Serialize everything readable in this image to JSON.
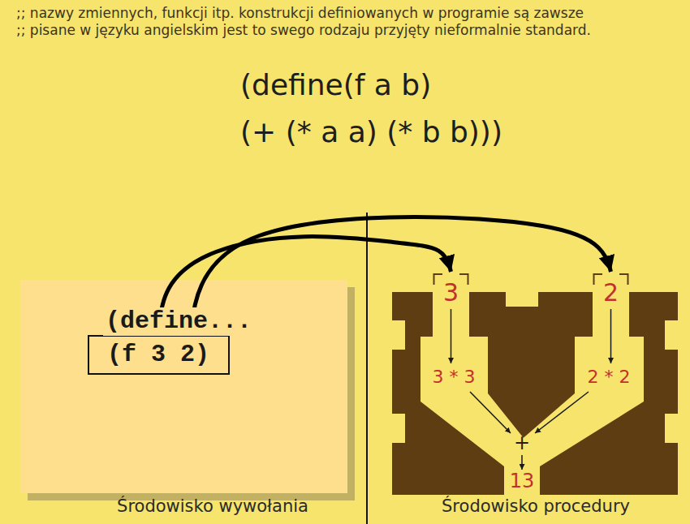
{
  "diagram": {
    "nodes": [
      {
        "text": [
          "(define..."
        ]
      },
      {
        "text": [
          "(f 3 2)"
        ],
        "in": 0
      },
      {
        "text": [
          "3 * 3",
          "2 * 2",
          "+",
          "13"
        ]
      },
      {
        "text": [
          "3"
        ],
        "in": 2
      },
      {
        "text": [
          "2"
        ],
        "in": 2
      }
    ],
    "edges": [
      {
        "from": 1,
        "to": 3,
        "arrow": "to"
      },
      {
        "from": 1,
        "to": 4,
        "arrow": "to"
      }
    ],
    "labels": [
      ";; nazwy zmiennych, funkcji itp. konstrukcji definiowanych w programie są zawsze",
      ";; pisane w języku angielskim jest to swego rodzaju przyjęty nieformalnie standard.",
      "(define(f a b)",
      "(+ (* a a) (* b b)))",
      "Środowisko wywołania",
      "Środowisko procedury"
    ]
  }
}
